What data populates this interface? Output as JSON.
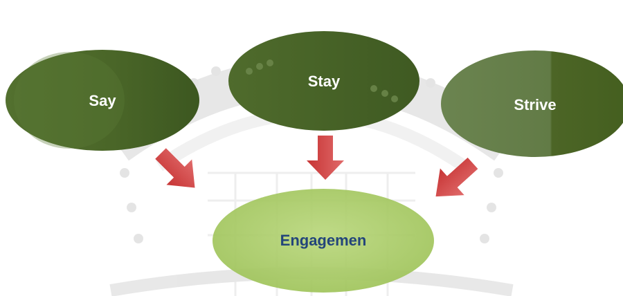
{
  "nodes": {
    "say": {
      "label": "Say"
    },
    "stay": {
      "label": "Stay"
    },
    "strive": {
      "label": "Strive"
    },
    "engagement": {
      "label": "Engagemen"
    }
  },
  "colors": {
    "outer_node_dark": "#3f5a22",
    "outer_node_light": "#607a42",
    "center_node": "#a3c95f",
    "center_node_light": "#c2dd8a",
    "center_text": "#23457a",
    "arrow": "#d14040",
    "watermark": "#c9c9c9"
  }
}
